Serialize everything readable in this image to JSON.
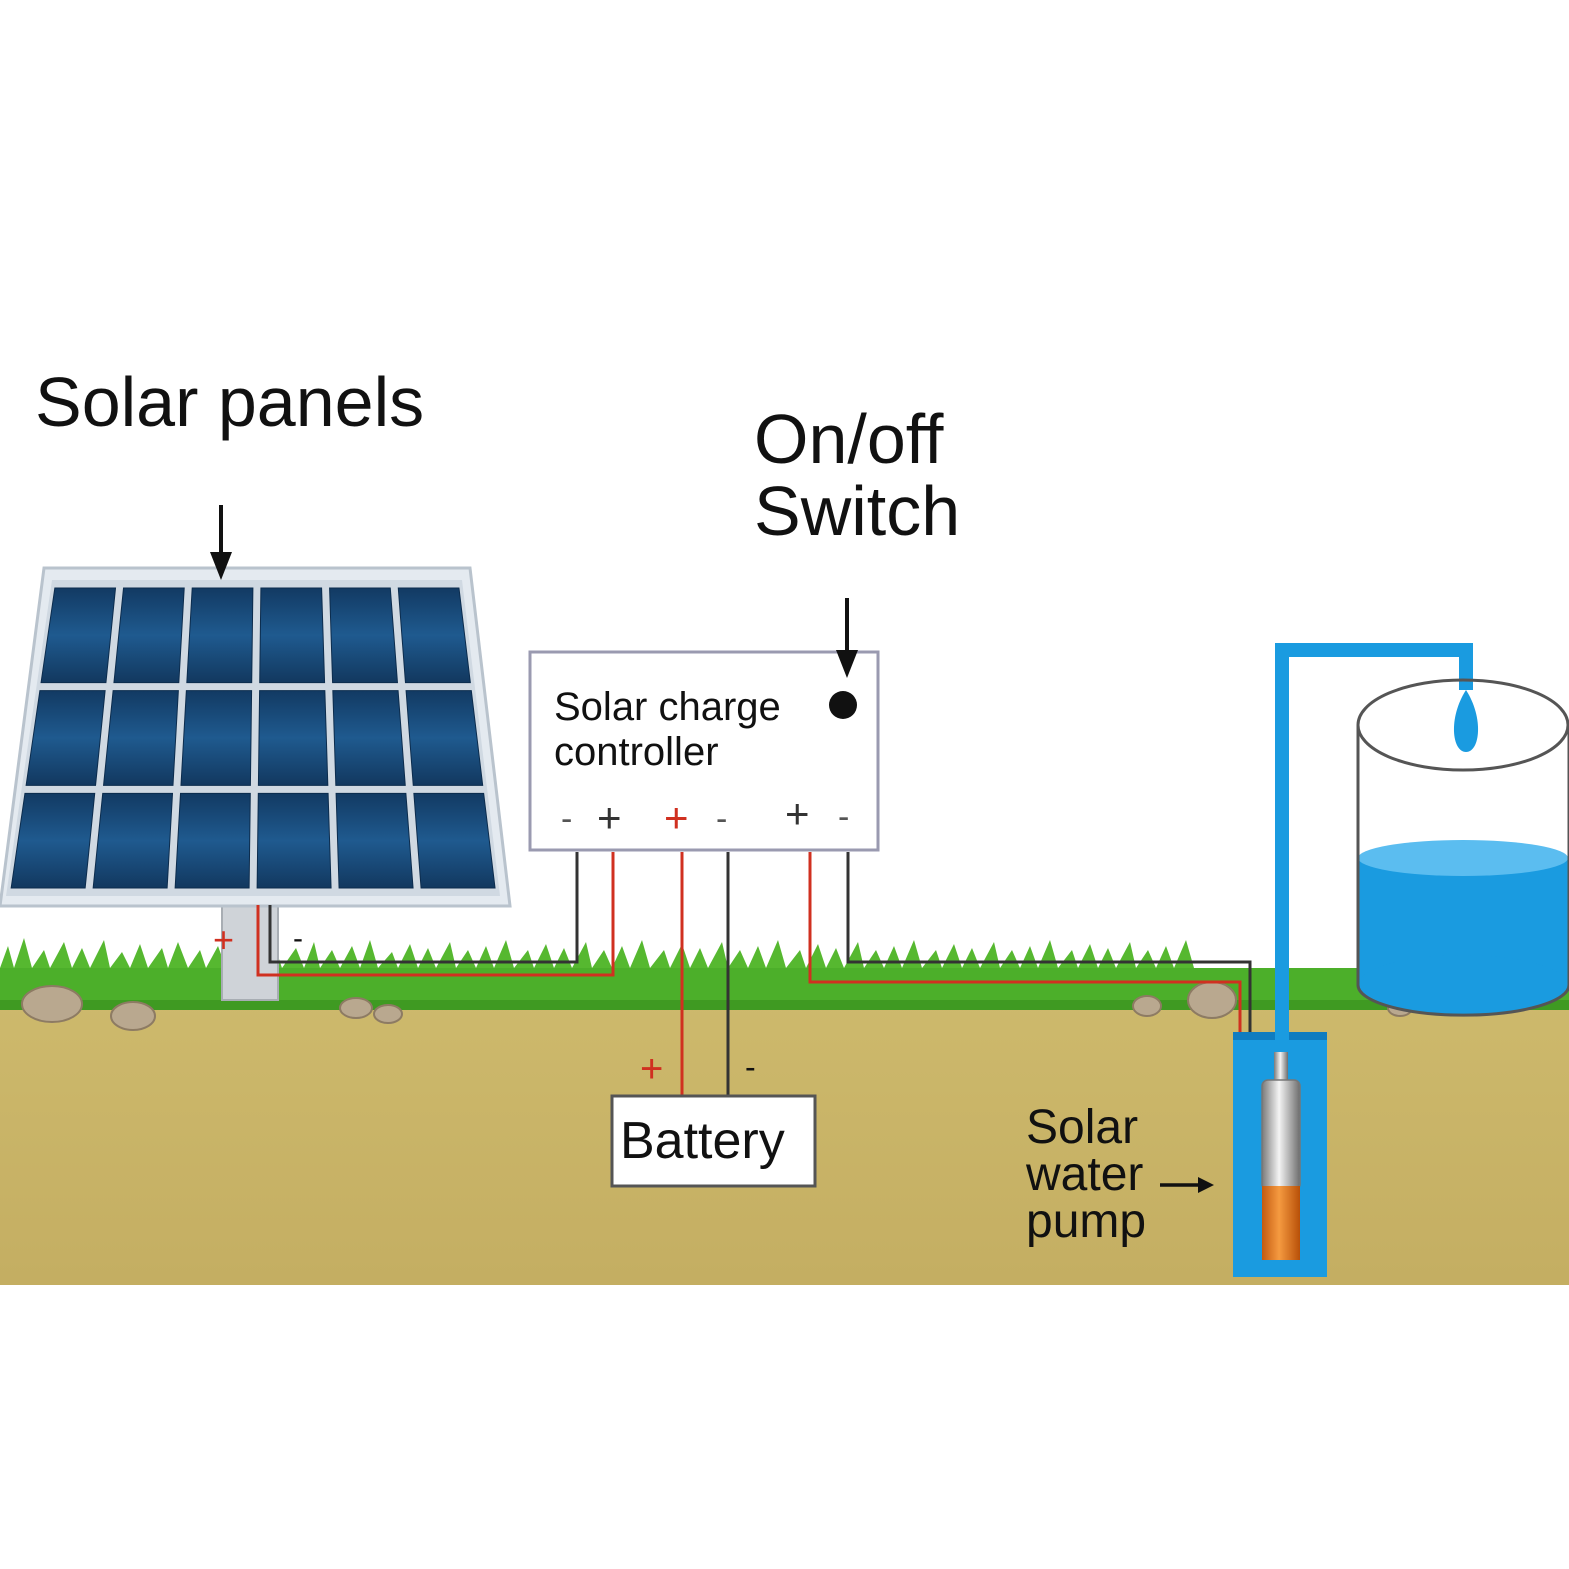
{
  "labels": {
    "solar_panels": "Solar panels",
    "switch_line1": "On/off",
    "switch_line2": "Switch",
    "controller_line1": "Solar charge",
    "controller_line2": "controller",
    "battery": "Battery",
    "pump_line1": "Solar",
    "pump_line2": "water",
    "pump_line3": "pump"
  },
  "terminals": {
    "controller": [
      "-",
      "+",
      "+",
      "-",
      "+",
      "-"
    ],
    "panel_plus": "+",
    "panel_minus": "-",
    "battery_plus": "+",
    "battery_minus": "-"
  },
  "colors": {
    "wire_positive": "#d03020",
    "wire_negative": "#333333",
    "panel_cell": "#1d4f7e",
    "panel_frame": "#dfe6ee",
    "grass": "#4caf2a",
    "soil": "#c9b56a",
    "water": "#1a9be0",
    "pump_body": "#e87a1e"
  }
}
